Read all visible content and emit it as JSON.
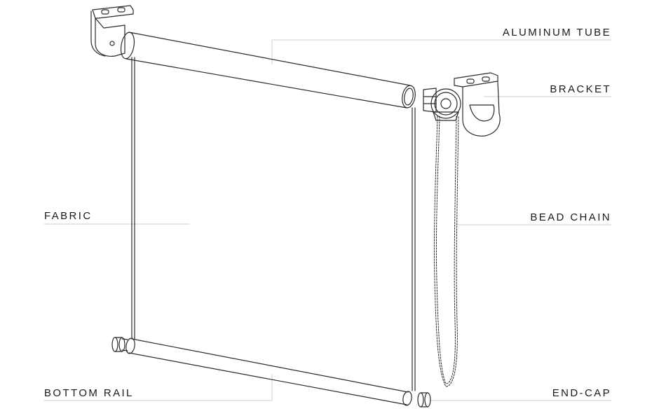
{
  "labels": {
    "aluminum_tube": "ALUMINUM TUBE",
    "bracket": "BRACKET",
    "fabric": "FABRIC",
    "bead_chain": "BEAD CHAIN",
    "bottom_rail": "BOTTOM RAIL",
    "end_cap": "END-CAP"
  },
  "colors": {
    "stroke": "#2a2a2a",
    "leader": "#cfcfcf",
    "background": "#ffffff"
  }
}
